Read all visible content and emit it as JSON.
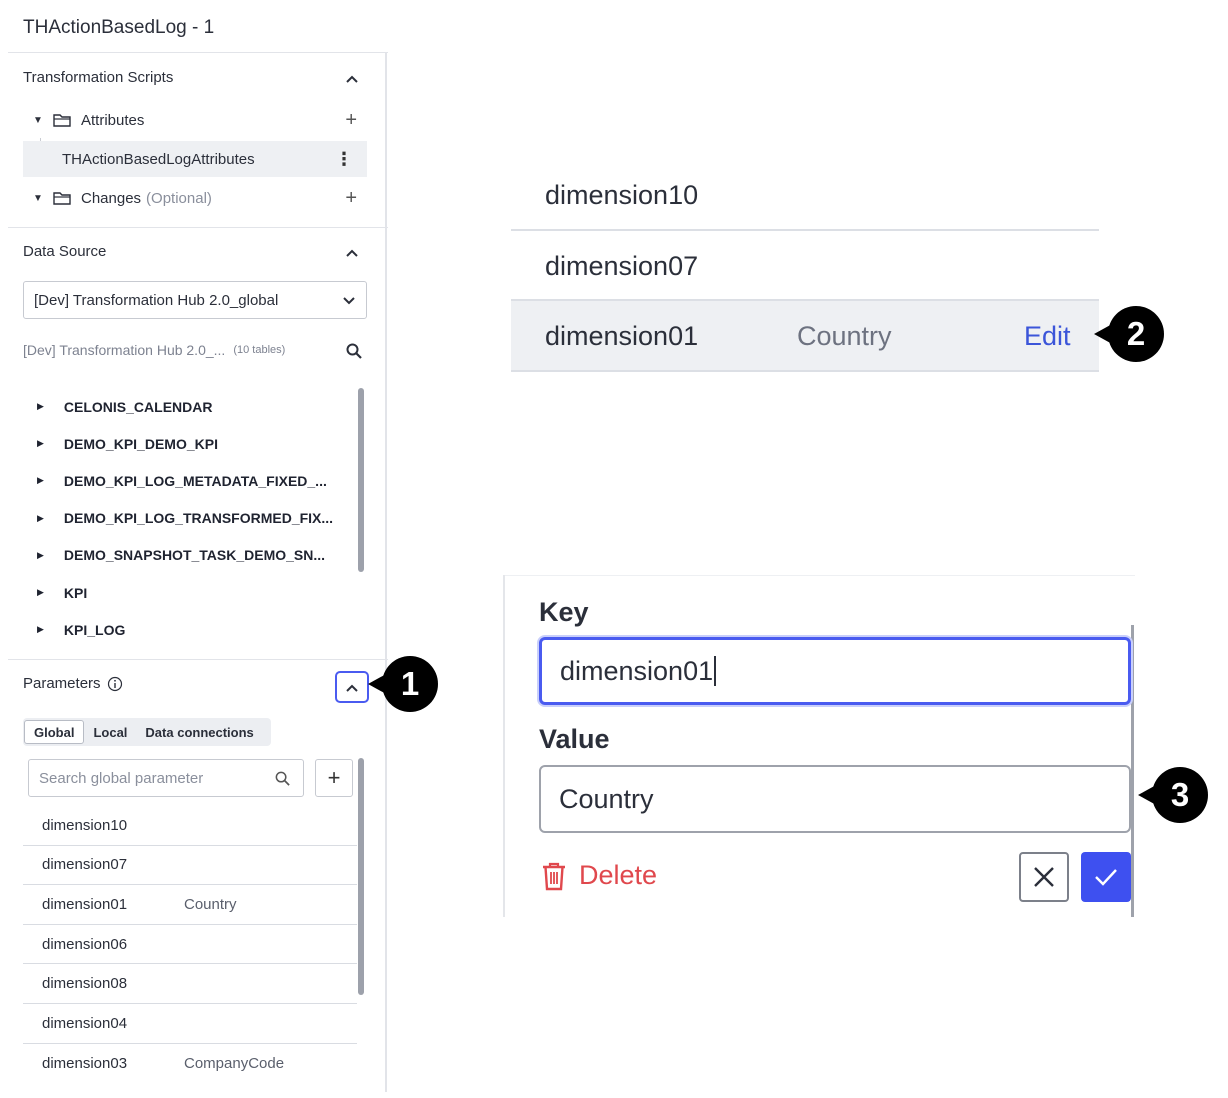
{
  "app_title": "THActionBasedLog - 1",
  "transformation_scripts": {
    "heading": "Transformation Scripts",
    "folders": [
      {
        "label": "Attributes",
        "hint": ""
      },
      {
        "label": "Changes",
        "hint": "(Optional)"
      }
    ],
    "selected_file": "THActionBasedLogAttributes"
  },
  "data_source": {
    "heading": "Data Source",
    "selected": "[Dev] Transformation Hub 2.0_global",
    "info_label": "[Dev] Transformation Hub 2.0_...",
    "table_count": "(10 tables)",
    "tables": [
      "CELONIS_CALENDAR",
      "DEMO_KPI_DEMO_KPI",
      "DEMO_KPI_LOG_METADATA_FIXED_...",
      "DEMO_KPI_LOG_TRANSFORMED_FIX...",
      "DEMO_SNAPSHOT_TASK_DEMO_SN...",
      "KPI",
      "KPI_LOG"
    ]
  },
  "parameters": {
    "heading": "Parameters",
    "tabs": [
      "Global",
      "Local",
      "Data connections"
    ],
    "active_tab": "Global",
    "search_placeholder": "Search global parameter",
    "rows": [
      {
        "key": "dimension10",
        "value": ""
      },
      {
        "key": "dimension07",
        "value": ""
      },
      {
        "key": "dimension01",
        "value": "Country"
      },
      {
        "key": "dimension06",
        "value": ""
      },
      {
        "key": "dimension08",
        "value": ""
      },
      {
        "key": "dimension04",
        "value": ""
      },
      {
        "key": "dimension03",
        "value": "CompanyCode"
      }
    ]
  },
  "zoom_list": {
    "rows": [
      {
        "key": "dimension10",
        "value": "",
        "action": ""
      },
      {
        "key": "dimension07",
        "value": "",
        "action": ""
      },
      {
        "key": "dimension01",
        "value": "Country",
        "action": "Edit"
      }
    ]
  },
  "edit_form": {
    "key_label": "Key",
    "key_value": "dimension01",
    "value_label": "Value",
    "value_value": "Country",
    "delete_label": "Delete"
  },
  "callouts": [
    "1",
    "2",
    "3"
  ],
  "colors": {
    "accent": "#4a5bf0",
    "confirm": "#3e50f0",
    "edit_link": "#3b55d9",
    "danger": "#e0484d",
    "selected_bg": "#eef0f3"
  }
}
